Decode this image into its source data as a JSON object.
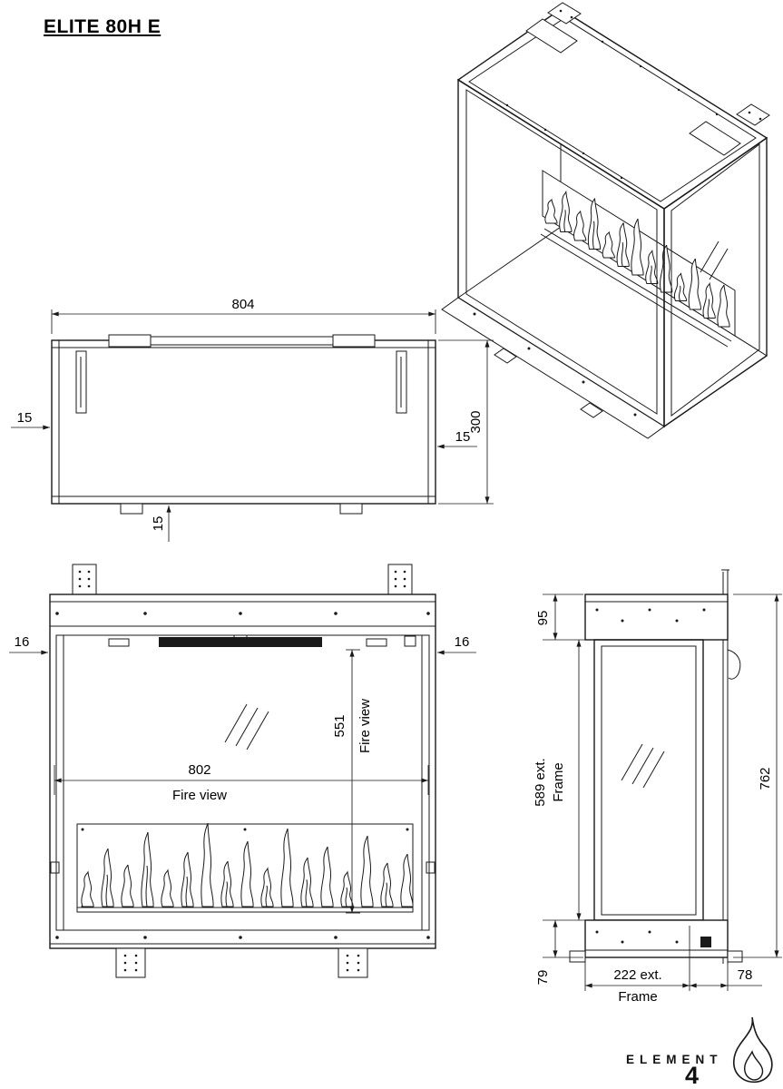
{
  "title": "ELITE 80H E",
  "views": {
    "top": {
      "width_dim": "804",
      "left_wall_dim": "15",
      "right_wall_dim": "15",
      "depth_dim": "300",
      "bottom_wall_dim": "15"
    },
    "front": {
      "left_frame_dim": "16",
      "right_frame_dim": "16",
      "fire_width_dim": "802",
      "fire_width_label": "Fire view",
      "fire_height_dim": "551",
      "fire_height_label": "Fire view"
    },
    "side": {
      "top_dim": "95",
      "frame_h_dim": "589 ext.",
      "frame_h_label": "Frame",
      "total_h_dim": "762",
      "base_dim": "79",
      "frame_d_dim": "222 ext.",
      "frame_d_label": "Frame",
      "front_d_dim": "78"
    }
  },
  "logo": {
    "brand": "ELEMENT",
    "digit": "4"
  }
}
